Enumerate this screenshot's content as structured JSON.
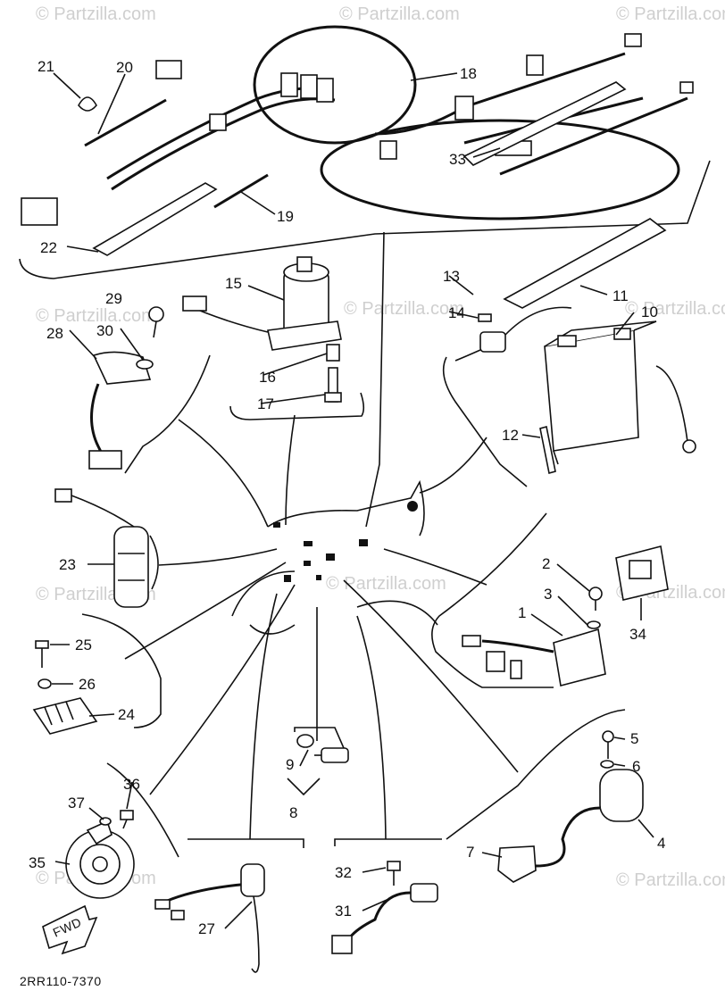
{
  "diagram": {
    "watermark": "© Partzilla.com",
    "diagram_code": "2RR110-7370",
    "direction_label": "FWD",
    "callouts": {
      "c1": "1",
      "c2": "2",
      "c3": "3",
      "c4": "4",
      "c5": "5",
      "c6": "6",
      "c7": "7",
      "c8": "8",
      "c9": "9",
      "c10": "10",
      "c11": "11",
      "c12": "12",
      "c13": "13",
      "c14": "14",
      "c15": "15",
      "c16": "16",
      "c17": "17",
      "c18": "18",
      "c19": "19",
      "c20": "20",
      "c21": "21",
      "c22": "22",
      "c23": "23",
      "c24": "24",
      "c25": "25",
      "c26": "26",
      "c27": "27",
      "c28": "28",
      "c29": "29",
      "c30": "30",
      "c31": "31",
      "c32": "32",
      "c33": "33",
      "c34": "34",
      "c35": "35",
      "c36": "36",
      "c37": "37"
    }
  }
}
